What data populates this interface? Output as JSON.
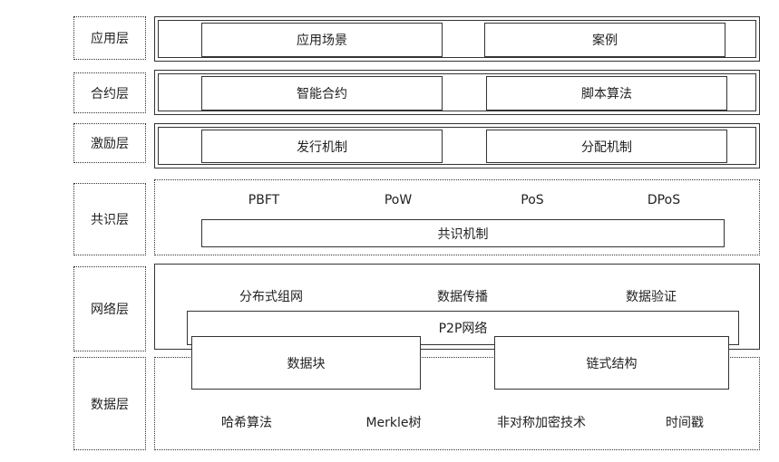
{
  "layers": {
    "application": {
      "label": "应用层",
      "boxes": [
        "应用场景",
        "案例"
      ]
    },
    "contract": {
      "label": "合约层",
      "boxes": [
        "智能合约",
        "脚本算法"
      ]
    },
    "incentive": {
      "label": "激励层",
      "boxes": [
        "发行机制",
        "分配机制"
      ]
    },
    "consensus": {
      "label": "共识层",
      "algorithms": [
        "PBFT",
        "PoW",
        "PoS",
        "DPoS"
      ],
      "mechanism": "共识机制"
    },
    "network": {
      "label": "网络层",
      "items": [
        "分布式组网",
        "数据传播",
        "数据验证"
      ],
      "p2p": "P2P网络"
    },
    "data": {
      "label": "数据层",
      "boxes": [
        "数据块",
        "链式结构"
      ],
      "items": [
        "哈希算法",
        "Merkle树",
        "非对称加密技术",
        "时间戳"
      ]
    }
  }
}
